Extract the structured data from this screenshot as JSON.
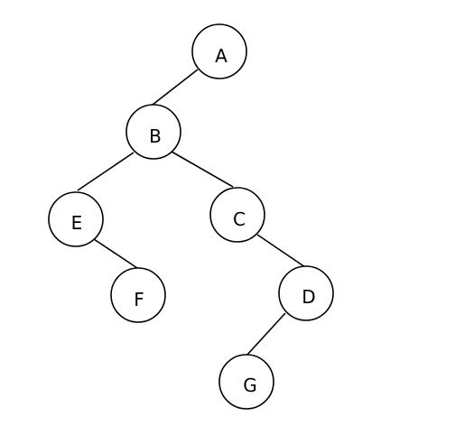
{
  "tree": {
    "nodes": [
      {
        "id": "A",
        "label": "A"
      },
      {
        "id": "B",
        "label": "B"
      },
      {
        "id": "E",
        "label": "E"
      },
      {
        "id": "C",
        "label": "C"
      },
      {
        "id": "F",
        "label": "F"
      },
      {
        "id": "D",
        "label": "D"
      },
      {
        "id": "G",
        "label": "G"
      }
    ],
    "edges": [
      {
        "from": "A",
        "to": "B"
      },
      {
        "from": "B",
        "to": "E"
      },
      {
        "from": "B",
        "to": "C"
      },
      {
        "from": "E",
        "to": "F"
      },
      {
        "from": "C",
        "to": "D"
      },
      {
        "from": "D",
        "to": "G"
      }
    ]
  },
  "colors": {
    "stroke": "#000000",
    "fill": "#ffffff",
    "text": "#000000"
  }
}
